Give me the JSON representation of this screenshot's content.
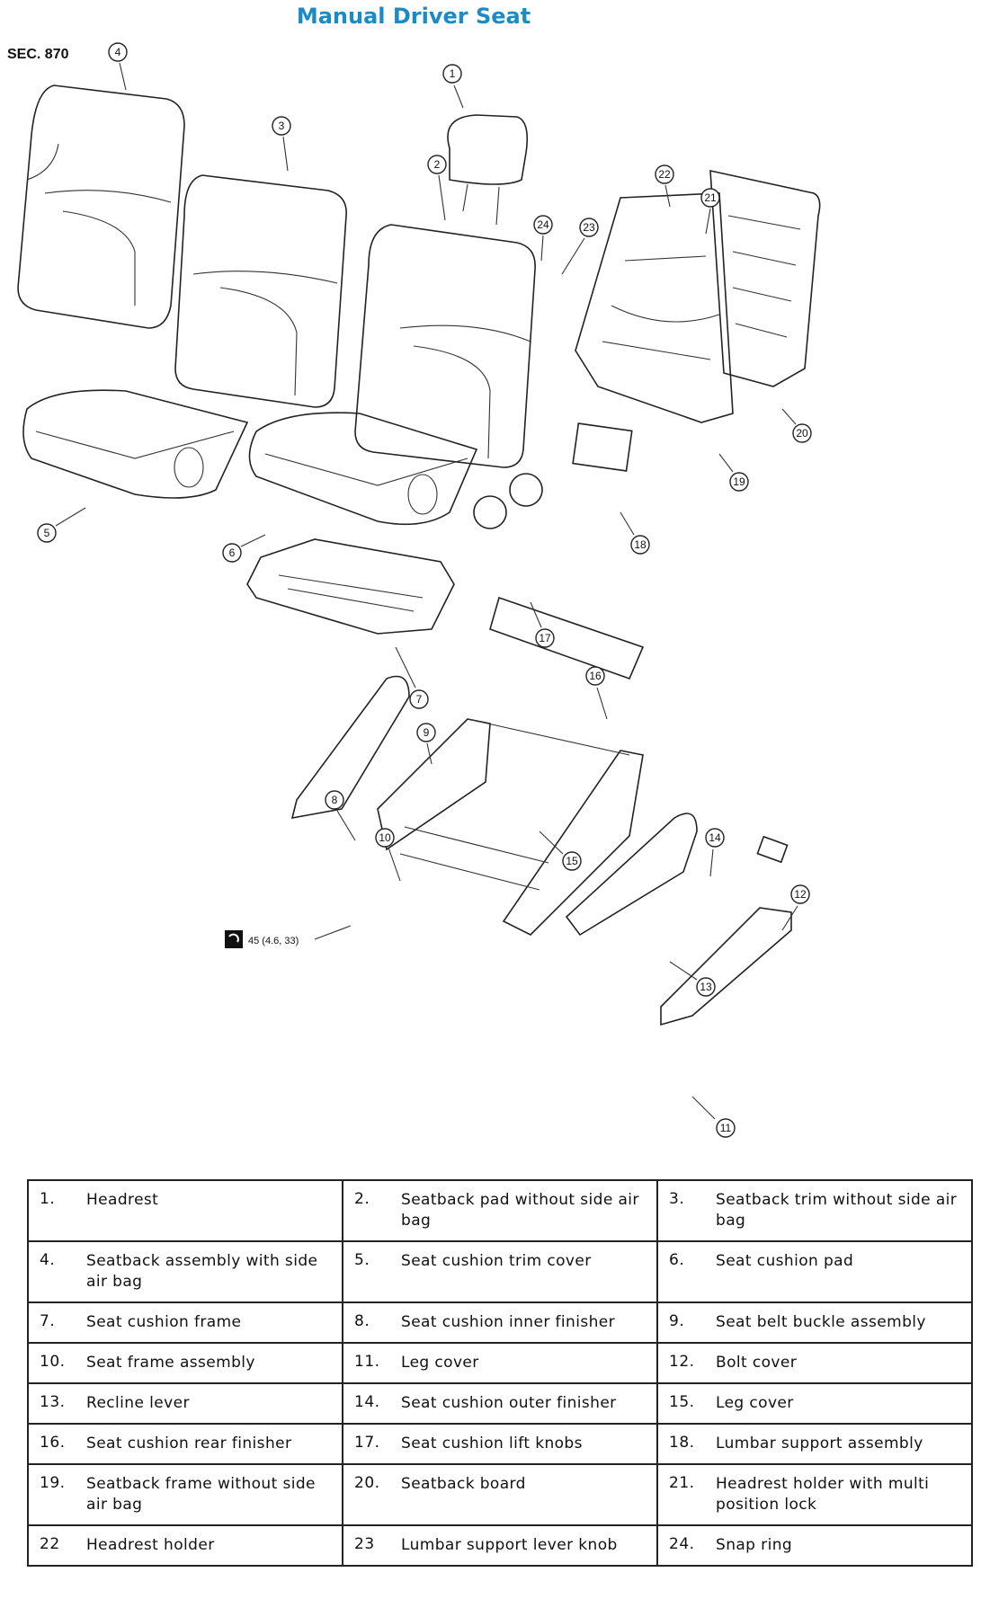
{
  "header": {
    "title": "Manual Driver Seat",
    "section": "SEC. 870"
  },
  "diagram": {
    "torque_spec": "45 (4.6, 33)",
    "callouts": [
      "1",
      "2",
      "3",
      "4",
      "5",
      "6",
      "7",
      "8",
      "9",
      "10",
      "11",
      "12",
      "13",
      "14",
      "15",
      "16",
      "17",
      "18",
      "19",
      "20",
      "21",
      "22",
      "23",
      "24"
    ]
  },
  "legend": {
    "rows": [
      [
        {
          "num": "1.",
          "label": "Headrest"
        },
        {
          "num": "2.",
          "label": "Seatback pad without side air bag"
        },
        {
          "num": "3.",
          "label": "Seatback trim without side air bag"
        }
      ],
      [
        {
          "num": "4.",
          "label": "Seatback assembly with side air bag"
        },
        {
          "num": "5.",
          "label": "Seat cushion trim cover"
        },
        {
          "num": "6.",
          "label": "Seat cushion pad"
        }
      ],
      [
        {
          "num": "7.",
          "label": "Seat cushion frame"
        },
        {
          "num": "8.",
          "label": "Seat cushion inner finisher"
        },
        {
          "num": "9.",
          "label": "Seat belt buckle assembly"
        }
      ],
      [
        {
          "num": "10.",
          "label": "Seat frame assembly"
        },
        {
          "num": "11.",
          "label": "Leg cover"
        },
        {
          "num": "12.",
          "label": "Bolt cover"
        }
      ],
      [
        {
          "num": "13.",
          "label": "Recline lever"
        },
        {
          "num": "14.",
          "label": "Seat cushion outer finisher"
        },
        {
          "num": "15.",
          "label": "Leg cover"
        }
      ],
      [
        {
          "num": "16.",
          "label": "Seat cushion rear finisher"
        },
        {
          "num": "17.",
          "label": "Seat cushion lift knobs"
        },
        {
          "num": "18.",
          "label": "Lumbar support assembly"
        }
      ],
      [
        {
          "num": "19.",
          "label": "Seatback frame without side air bag"
        },
        {
          "num": "20.",
          "label": "Seatback board"
        },
        {
          "num": "21.",
          "label": "Headrest holder with multi position lock"
        }
      ],
      [
        {
          "num": "22",
          "label": "Headrest holder"
        },
        {
          "num": "23",
          "label": "Lumbar support lever knob"
        },
        {
          "num": "24.",
          "label": "Snap ring"
        }
      ]
    ]
  }
}
